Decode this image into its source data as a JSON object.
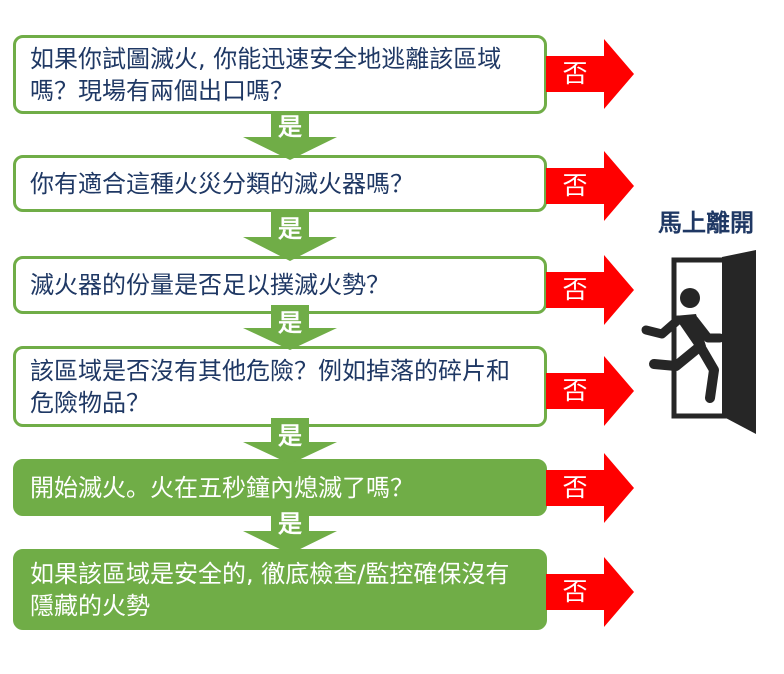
{
  "steps": [
    {
      "text": "如果你試圖滅火, 你能迅速安全地逃離該區域嗎？現場有兩個出口嗎？"
    },
    {
      "text": "你有適合這種火災分類的滅火器嗎？"
    },
    {
      "text": "滅火器的份量是否足以撲滅火勢？"
    },
    {
      "text": "該區域是否沒有其他危險？例如掉落的碎片和危險物品？"
    },
    {
      "text": "開始滅火。火在五秒鐘內熄滅了嗎？"
    },
    {
      "text": "如果該區域是安全的, 徹底檢查/監控確保沒有隱藏的火勢"
    }
  ],
  "yes_label": "是",
  "no_label": "否",
  "leave_label": "馬上離開",
  "icons": {
    "exit": "emergency-exit-icon"
  },
  "colors": {
    "green": "#70ad47",
    "red": "#ff0000",
    "text": "#1f3864",
    "icon": "#262626"
  }
}
